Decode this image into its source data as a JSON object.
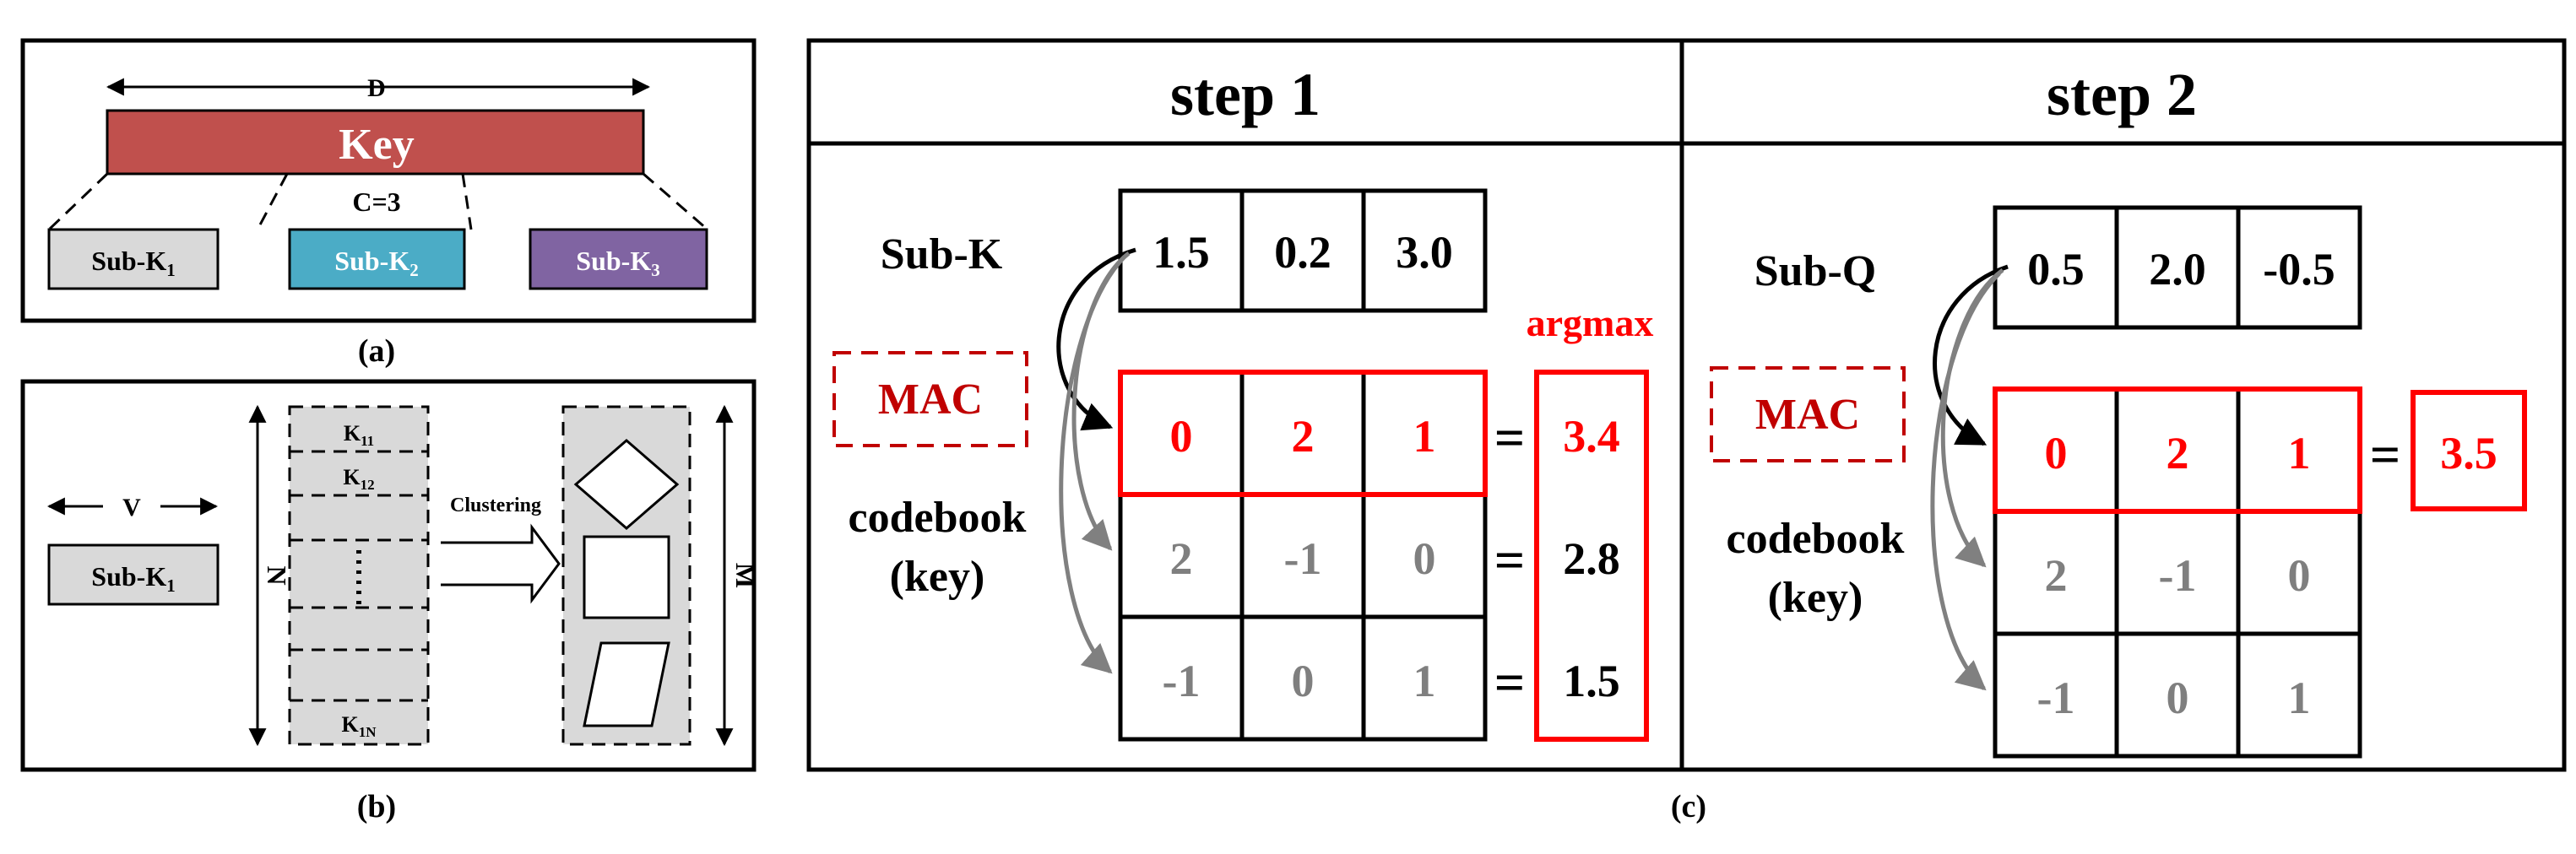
{
  "panel_a": {
    "width_label": "D",
    "key_label": "Key",
    "c_label": "C=3",
    "subkeys": [
      {
        "base": "Sub-K",
        "sub": "1"
      },
      {
        "base": "Sub-K",
        "sub": "2"
      },
      {
        "base": "Sub-K",
        "sub": "3"
      }
    ],
    "caption": "(a)",
    "colors": {
      "key": "#c0504d",
      "sub1": "#d9d9d9",
      "sub2": "#4bacc6",
      "sub3": "#8064a2"
    }
  },
  "panel_b": {
    "v_label": "V",
    "subkey": {
      "base": "Sub-K",
      "sub": "1"
    },
    "n_label": "N",
    "m_label": "M",
    "column_items": [
      {
        "base": "K",
        "sub": "11"
      },
      {
        "base": "K",
        "sub": "12"
      },
      {
        "base": "K",
        "sub": "1N"
      }
    ],
    "clustering_label": "Clustering",
    "caption": "(b)"
  },
  "panel_c": {
    "caption": "(c)",
    "colors": {
      "highlight": "#ff0000",
      "mac": "#c00000",
      "muted": "#7f7f7f"
    },
    "step1": {
      "title": "step 1",
      "vector_label": "Sub-K",
      "vector": [
        "1.5",
        "0.2",
        "3.0"
      ],
      "mac_label": "MAC",
      "codebook_label_1": "codebook",
      "codebook_label_2": "(key)",
      "argmax_label": "argmax",
      "codebook": [
        [
          "0",
          "2",
          "1"
        ],
        [
          "2",
          "-1",
          "0"
        ],
        [
          "-1",
          "0",
          "1"
        ]
      ],
      "equals": [
        "=",
        "=",
        "="
      ],
      "results": [
        "3.4",
        "2.8",
        "1.5"
      ]
    },
    "step2": {
      "title": "step 2",
      "vector_label": "Sub-Q",
      "vector": [
        "0.5",
        "2.0",
        "-0.5"
      ],
      "mac_label": "MAC",
      "codebook_label_1": "codebook",
      "codebook_label_2": "(key)",
      "codebook": [
        [
          "0",
          "2",
          "1"
        ],
        [
          "2",
          "-1",
          "0"
        ],
        [
          "-1",
          "0",
          "1"
        ]
      ],
      "equals": [
        "="
      ],
      "results": [
        "3.5"
      ]
    }
  }
}
